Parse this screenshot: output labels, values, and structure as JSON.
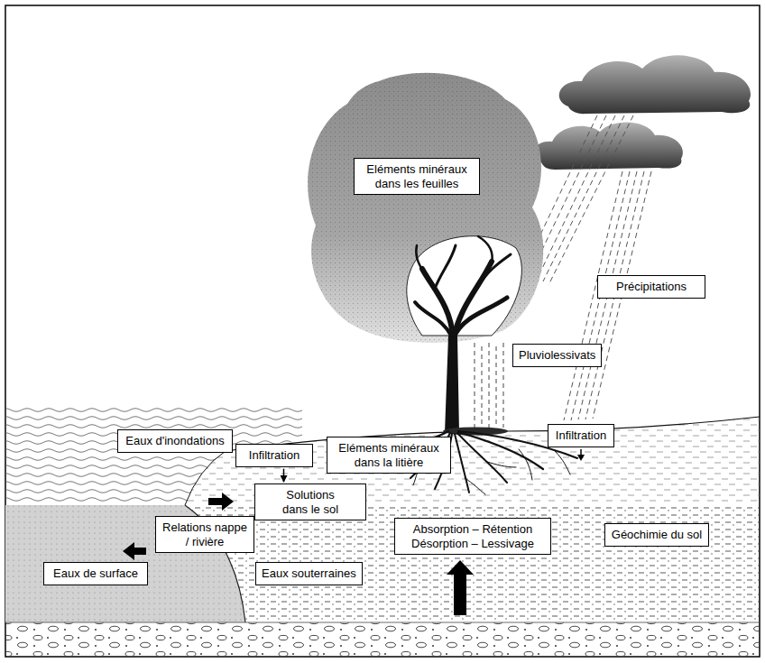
{
  "diagram": {
    "nodes": [
      {
        "text": [
          "Eléments minéraux dans les feuilles"
        ]
      },
      {
        "text": [
          "Précipitations"
        ]
      },
      {
        "text": [
          "Pluviolessivats"
        ]
      },
      {
        "text": [
          "Eaux d'inondations"
        ]
      },
      {
        "text": [
          "Infiltration"
        ]
      },
      {
        "text": [
          "Eléments minéraux dans la litière"
        ]
      },
      {
        "text": [
          "Infiltration"
        ]
      },
      {
        "text": [
          "Solutions dans le sol"
        ]
      },
      {
        "text": [
          "Relations nappe / rivière"
        ]
      },
      {
        "text": [
          "Absorption – Rétention Désorption – Lessivage"
        ]
      },
      {
        "text": [
          "Géochimie du sol"
        ]
      },
      {
        "text": [
          "Eaux de surface"
        ]
      },
      {
        "text": [
          "Eaux souterraines"
        ]
      }
    ],
    "edges": [
      {
        "from": 4,
        "to": 7,
        "arrow": "to"
      }
    ]
  }
}
